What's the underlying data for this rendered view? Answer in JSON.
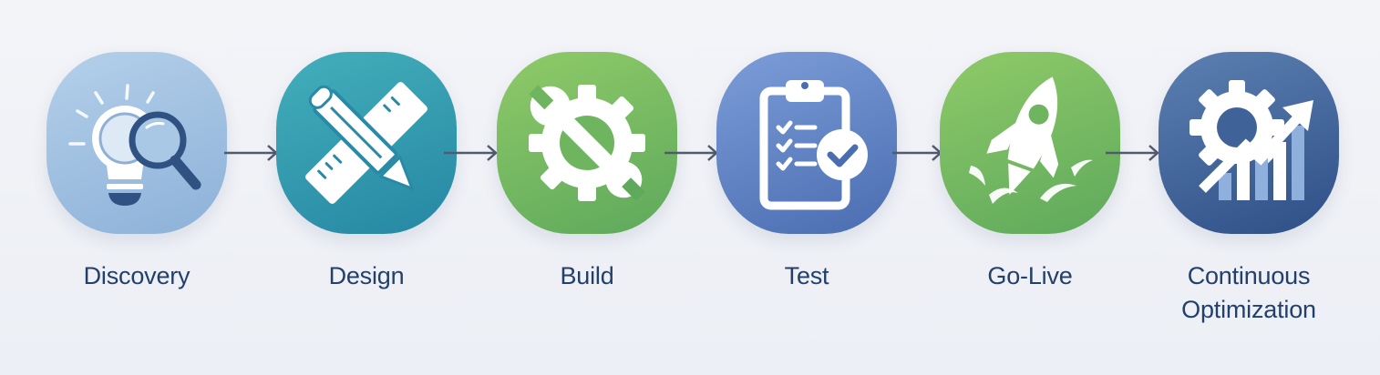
{
  "diagram": {
    "type": "process-flow",
    "direction": "left-to-right",
    "steps": [
      {
        "label": "Discovery",
        "icon": "lightbulb-magnifier-icon",
        "color_top": "#aecbe6",
        "color_bottom": "#8fb3d9"
      },
      {
        "label": "Design",
        "icon": "pencil-ruler-icon",
        "color_top": "#3aa8b4",
        "color_bottom": "#2a8aa5"
      },
      {
        "label": "Build",
        "icon": "gear-wrench-icon",
        "color_top": "#8cc665",
        "color_bottom": "#5faa5e"
      },
      {
        "label": "Test",
        "icon": "clipboard-checklist-icon",
        "color_top": "#7a9bd6",
        "color_bottom": "#4a6eb3"
      },
      {
        "label": "Go-Live",
        "icon": "rocket-launch-icon",
        "color_top": "#8cc665",
        "color_bottom": "#5faa5e"
      },
      {
        "label_line1": "Continuous",
        "label_line2": "Optimization",
        "icon": "gear-growth-chart-icon",
        "color_top": "#5b7fb0",
        "color_bottom": "#2f5288"
      }
    ],
    "connector": "arrow-right-icon",
    "text_color": "#23406b",
    "arrow_color": "#525b6e"
  }
}
